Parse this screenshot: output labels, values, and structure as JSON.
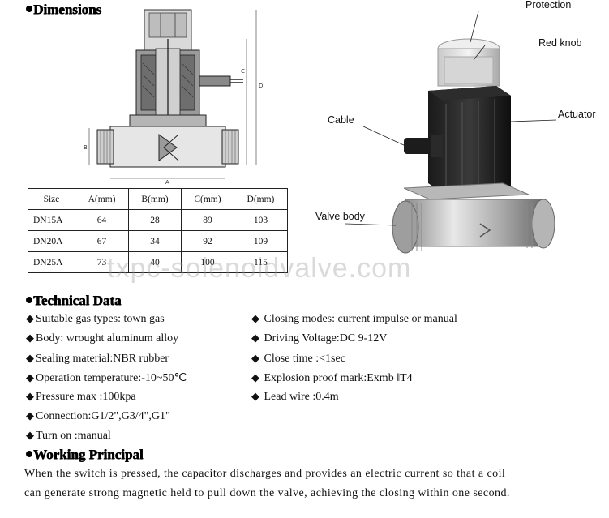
{
  "dimensions": {
    "heading": "Dimensions",
    "drawing_labels": {
      "a": "A",
      "b": "B",
      "c": "C",
      "d": "D"
    },
    "table": {
      "headers": [
        "Size",
        "A(mm)",
        "B(mm)",
        "C(mm)",
        "D(mm)"
      ],
      "rows": [
        [
          "DN15A",
          "64",
          "28",
          "89",
          "103"
        ],
        [
          "DN20A",
          "67",
          "34",
          "92",
          "109"
        ],
        [
          "DN25A",
          "73",
          "40",
          "100",
          "115"
        ]
      ]
    }
  },
  "photo": {
    "callouts": {
      "protection": "Protection",
      "red_knob": "Red knob",
      "cable": "Cable",
      "actuator": "Actuator",
      "valve_body": "Valve body"
    }
  },
  "watermark": "txpc-solenoidvalve.com",
  "technical_data": {
    "heading": "Technical Data",
    "left": [
      "Suitable gas types: town gas",
      "Body: wrought aluminum alloy",
      "Sealing material:NBR rubber",
      "Operation temperature:-10~50℃",
      "Pressure max :100kpa",
      "Connection:G1/2\",G3/4\",G1\"",
      "Turn on :manual"
    ],
    "right": [
      "Closing modes: current impulse or manual",
      "Driving Voltage:DC 9-12V",
      "Close time :<1sec",
      "Explosion proof mark:Exmb ‖T4",
      "Lead wire :0.4m"
    ]
  },
  "working": {
    "heading": "Working Principal",
    "lines": [
      "When the switch is pressed, the capacitor discharges and provides an electric current so that a coil",
      "can generate strong magnetic held to pull down the valve, achieving the closing within one second."
    ]
  }
}
